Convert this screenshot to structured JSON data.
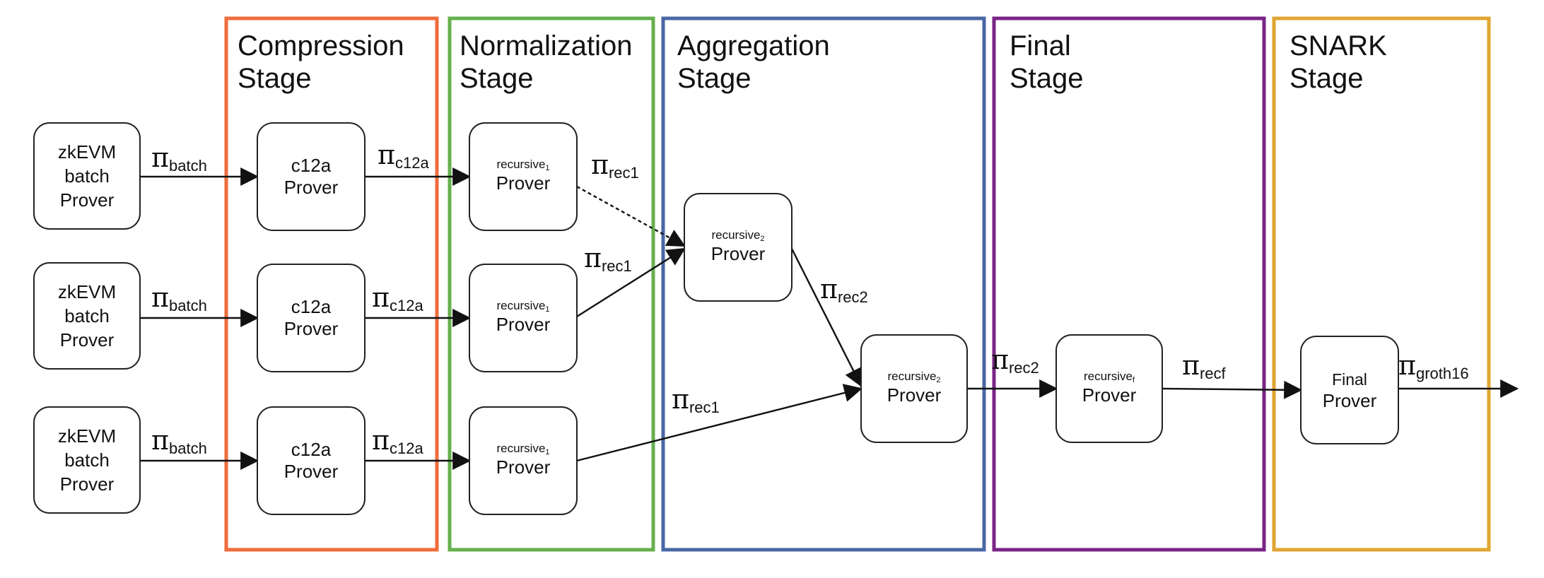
{
  "stages": [
    {
      "id": "compression",
      "line1": "Compression",
      "line2": "Stage",
      "color": "#ef6c3c"
    },
    {
      "id": "normalization",
      "line1": "Normalization",
      "line2": "Stage",
      "color": "#66b04e"
    },
    {
      "id": "aggregation",
      "line1": "Aggregation",
      "line2": "Stage",
      "color": "#4a67a6"
    },
    {
      "id": "final",
      "line1": "Final",
      "line2": "Stage",
      "color": "#7a2586"
    },
    {
      "id": "snark",
      "line1": "SNARK",
      "line2": "Stage",
      "color": "#e1a632"
    }
  ],
  "nodes": {
    "batch1": {
      "lines": [
        "zkEVM",
        "batch",
        "Prover"
      ]
    },
    "batch2": {
      "lines": [
        "zkEVM",
        "batch",
        "Prover"
      ]
    },
    "batch3": {
      "lines": [
        "zkEVM",
        "batch",
        "Prover"
      ]
    },
    "c12a1": {
      "lines": [
        "c12a",
        "Prover"
      ]
    },
    "c12a2": {
      "lines": [
        "c12a",
        "Prover"
      ]
    },
    "c12a3": {
      "lines": [
        "c12a",
        "Prover"
      ]
    },
    "rec1a": {
      "small": "recursive",
      "small_sub": "1",
      "main": "Prover"
    },
    "rec1b": {
      "small": "recursive",
      "small_sub": "1",
      "main": "Prover"
    },
    "rec1c": {
      "small": "recursive",
      "small_sub": "1",
      "main": "Prover"
    },
    "rec2a": {
      "small": "recursive",
      "small_sub": "2",
      "main": "Prover"
    },
    "rec2b": {
      "small": "recursive",
      "small_sub": "2",
      "main": "Prover"
    },
    "recf": {
      "small": "recursive",
      "small_sub": "f",
      "main": "Prover"
    },
    "finalprover": {
      "lines": [
        "Final",
        "Prover"
      ]
    }
  },
  "edge_labels": {
    "pi": "π",
    "batch": "batch",
    "c12a": "c12a",
    "rec1": "rec1",
    "rec2": "rec2",
    "recf": "recf",
    "groth16": "groth16"
  }
}
